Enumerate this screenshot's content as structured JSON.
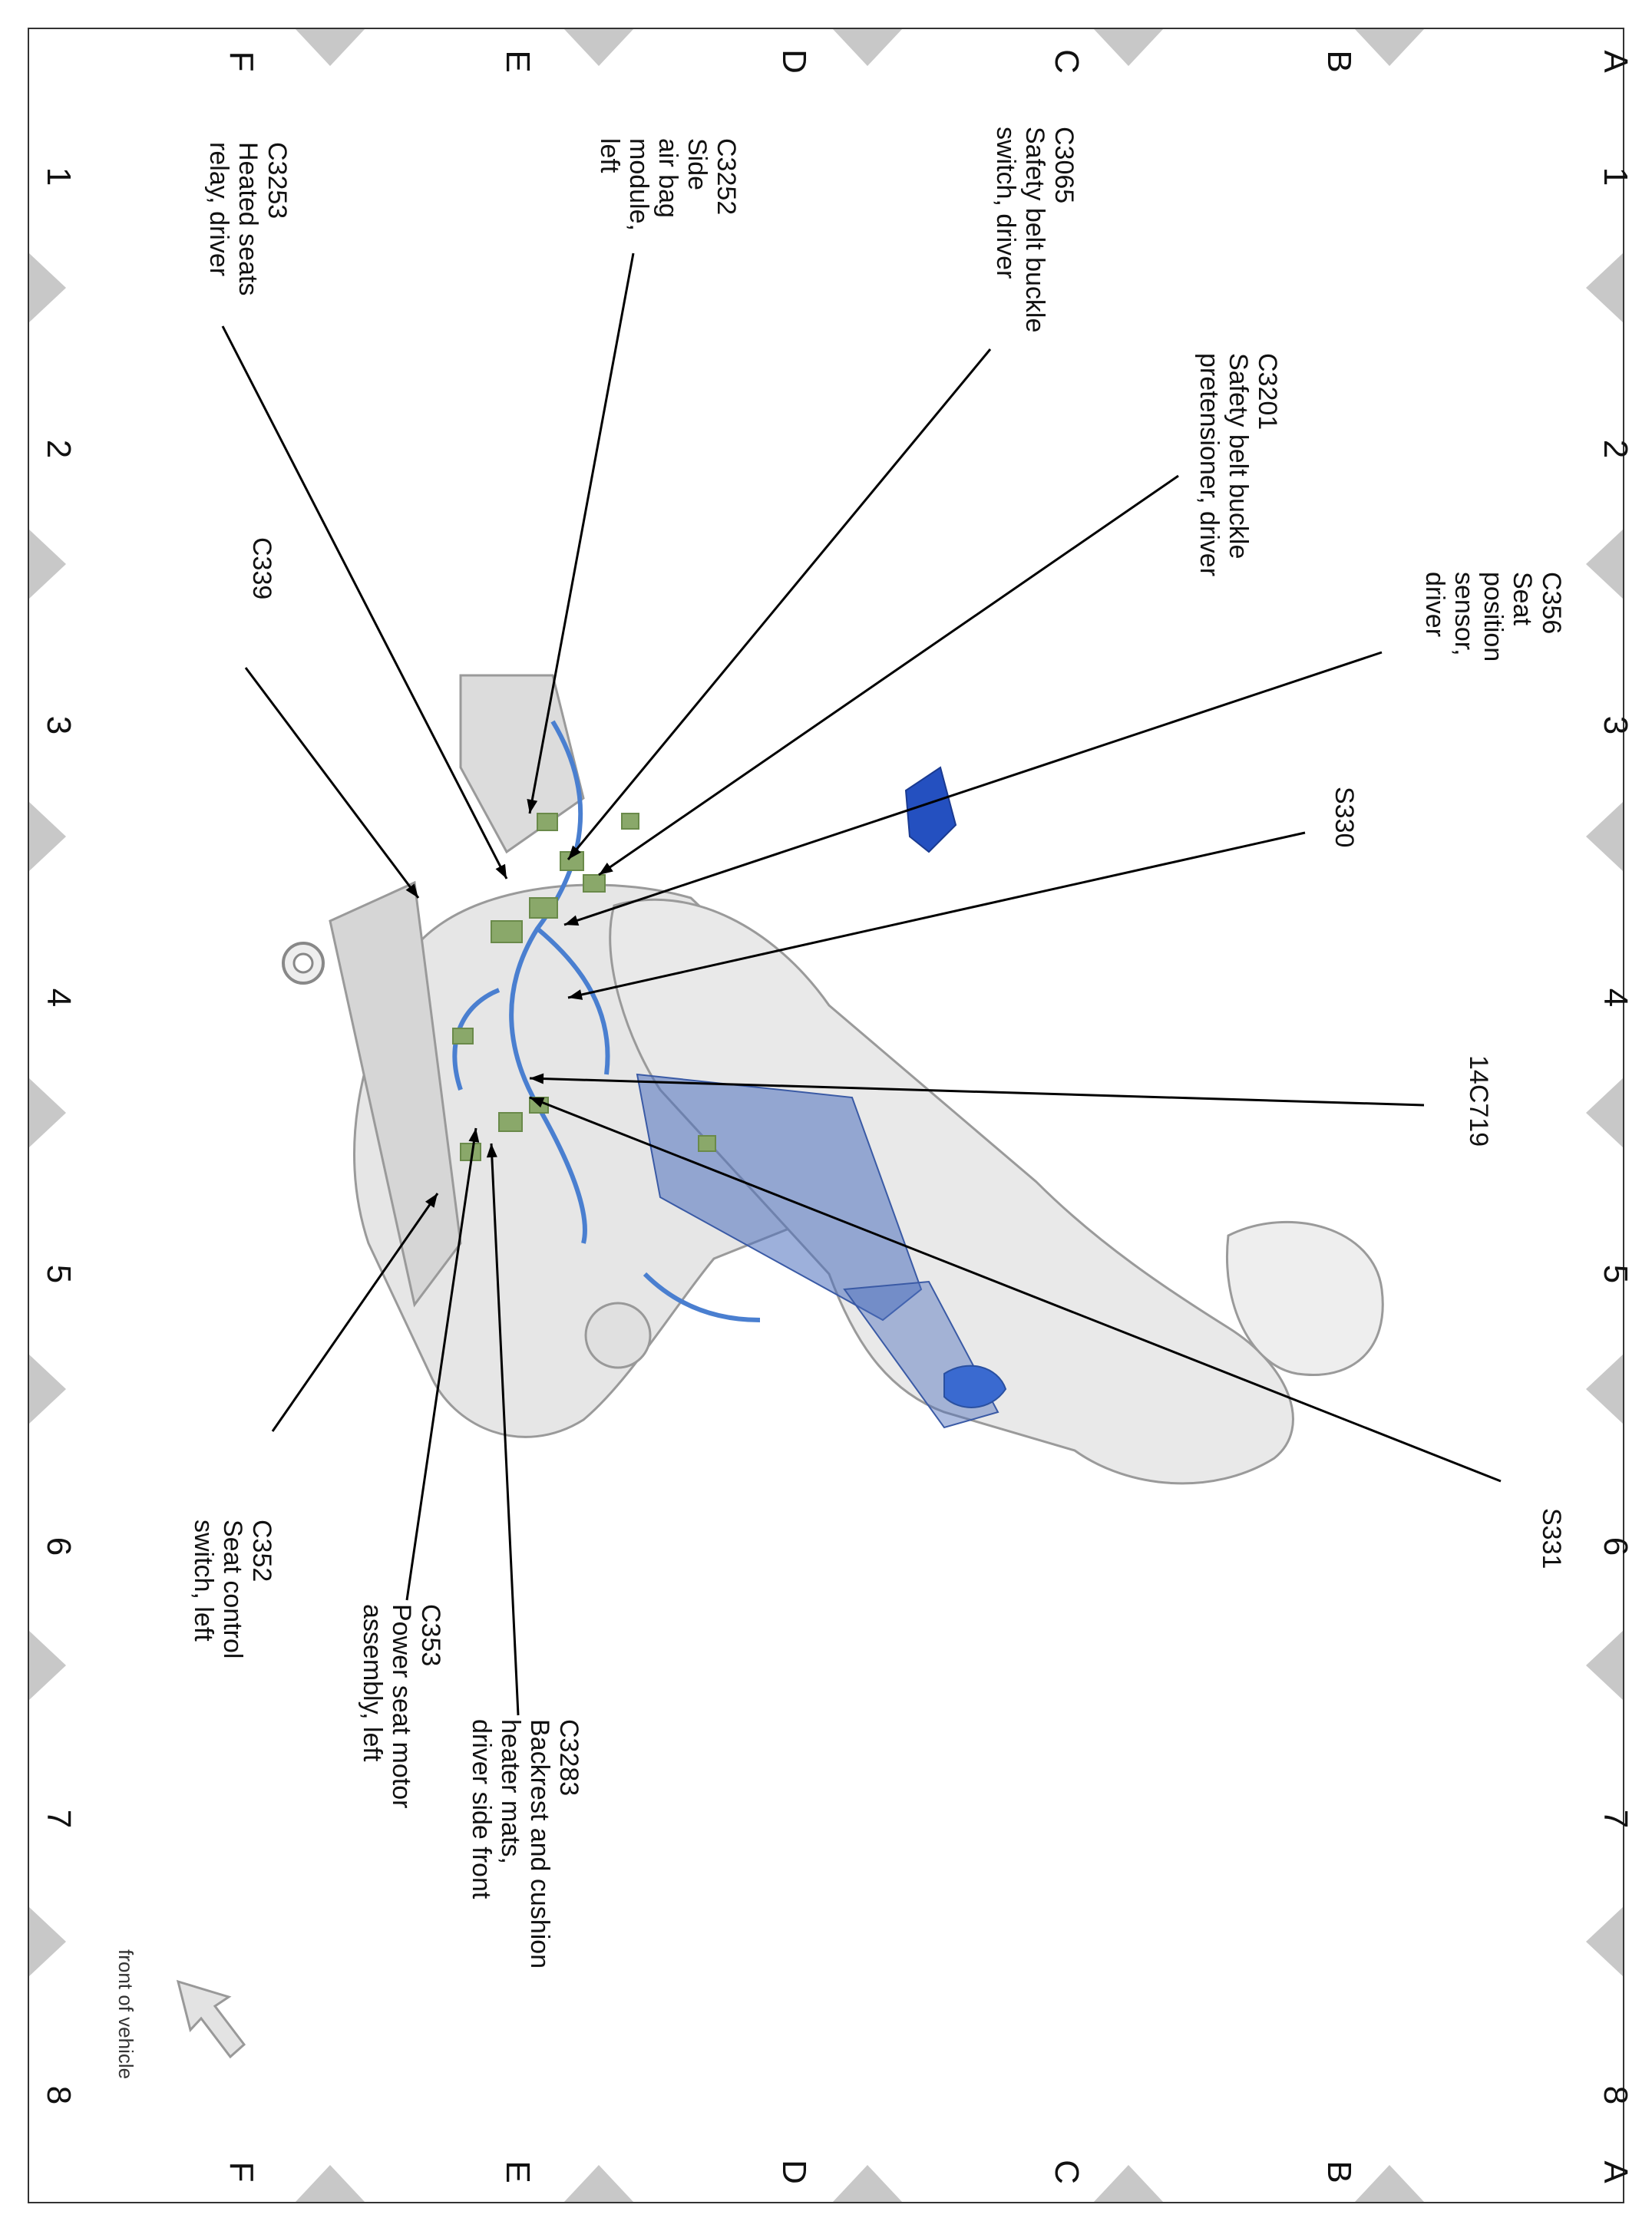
{
  "grid": {
    "rows": [
      "A",
      "B",
      "C",
      "D",
      "E",
      "F"
    ],
    "columns": [
      "1",
      "2",
      "3",
      "4",
      "5",
      "6",
      "7",
      "8"
    ]
  },
  "callouts": [
    {
      "id": "C3253",
      "lines": [
        "C3253",
        "Heated seats",
        "relay, driver"
      ]
    },
    {
      "id": "C3252",
      "lines": [
        "C3252",
        "Side",
        "air bag",
        "module,",
        "left"
      ]
    },
    {
      "id": "C3065",
      "lines": [
        "C3065",
        "Safety belt buckle",
        "switch, driver"
      ]
    },
    {
      "id": "C3201",
      "lines": [
        "C3201",
        "Safety belt buckle",
        "pretensioner, driver"
      ]
    },
    {
      "id": "C356",
      "lines": [
        "C356",
        "Seat",
        "position",
        "sensor,",
        "driver"
      ]
    },
    {
      "id": "C339",
      "lines": [
        "C339"
      ]
    },
    {
      "id": "S330",
      "lines": [
        "S330"
      ]
    },
    {
      "id": "14C719",
      "lines": [
        "14C719"
      ]
    },
    {
      "id": "S331",
      "lines": [
        "S331"
      ]
    },
    {
      "id": "C352",
      "lines": [
        "C352",
        "Seat control",
        "switch, left"
      ]
    },
    {
      "id": "C353",
      "lines": [
        "C353",
        "Power seat motor",
        "assembly, left"
      ]
    },
    {
      "id": "C3283",
      "lines": [
        "C3283",
        "Backrest and cushion",
        "heater mats,",
        "driver side front"
      ]
    }
  ],
  "orientation_note": "front of vehicle",
  "colors": {
    "frame": "#333333",
    "triangle": "#c8c8c8",
    "seat_body": "#e3e3e3",
    "seat_shade": "#b5b5b5",
    "harness": "#4a7fd0",
    "connector": "#8aa86a",
    "buckle": "#2450c0"
  }
}
